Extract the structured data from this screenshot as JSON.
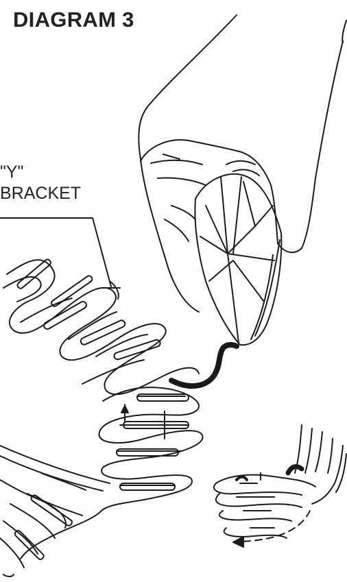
{
  "diagram": {
    "title": "DIAGRAM 3",
    "callout": {
      "line1": "\"Y\"",
      "line2": "BRACKET"
    },
    "ink_color": "#1a1a1a",
    "icons": [
      "hand-illustration",
      "rear-sprocket",
      "front-sprocket-inset",
      "y-bracket-hook",
      "direction-arrow"
    ]
  }
}
